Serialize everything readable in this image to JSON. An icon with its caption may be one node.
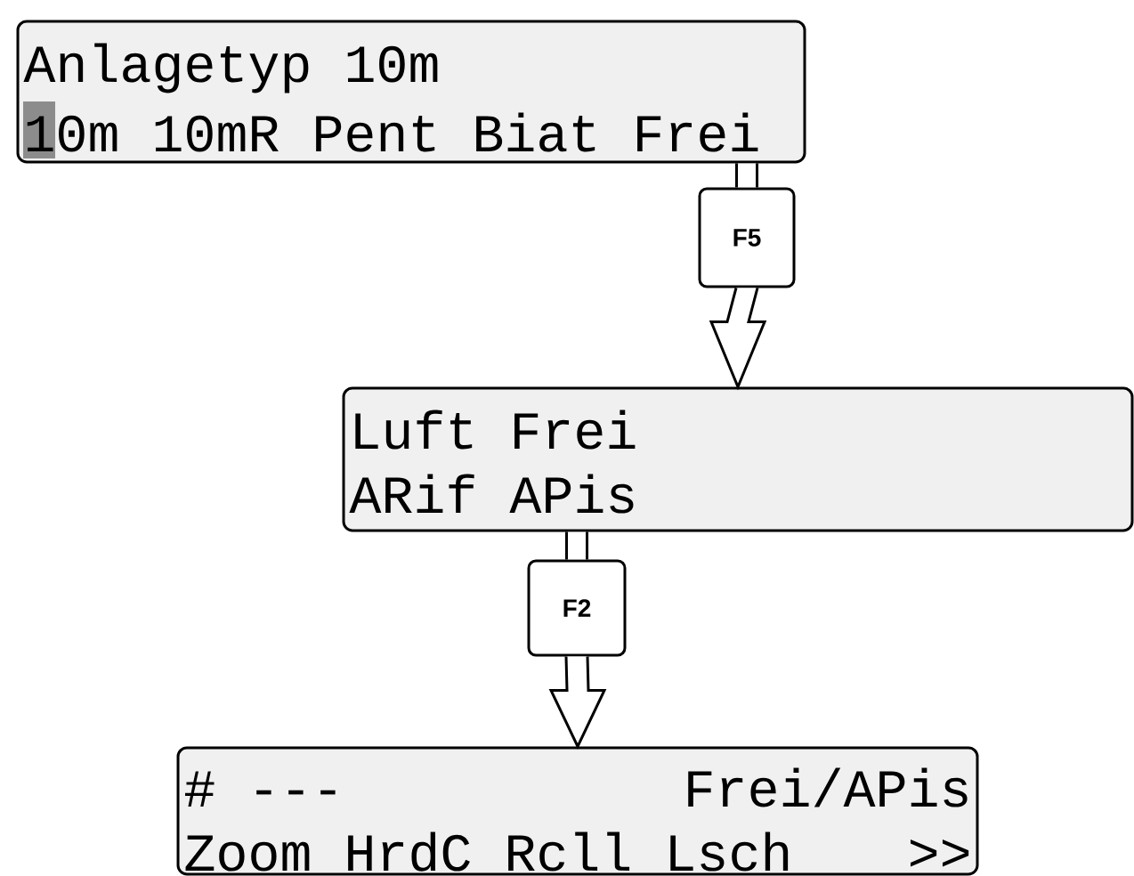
{
  "diagram": {
    "nodes": [
      {
        "text": [
          "Anlagetyp 10m",
          "10m  10mR Pent Biat Frei"
        ]
      },
      {
        "text": [
          "F5"
        ]
      },
      {
        "text": [
          "Luft Frei",
          "ARif APis"
        ]
      },
      {
        "text": [
          "F2"
        ]
      },
      {
        "text": [
          "# ---",
          "Frei/APis",
          "Zoom HrdC Rcll Lsch",
          ">>"
        ]
      }
    ],
    "edges": [
      {
        "from": 0,
        "to": 1,
        "arrow": "none"
      },
      {
        "from": 1,
        "to": 2,
        "arrow": "to"
      },
      {
        "from": 2,
        "to": 3,
        "arrow": "none"
      },
      {
        "from": 3,
        "to": 4,
        "arrow": "to"
      }
    ]
  }
}
